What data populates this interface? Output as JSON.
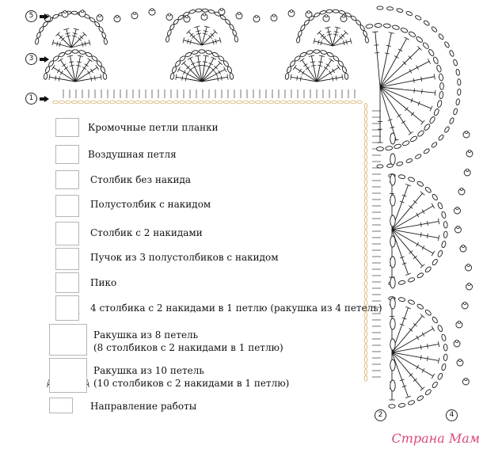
{
  "row_markers": {
    "left": [
      "5",
      "3",
      "1"
    ],
    "bottom": [
      "2",
      "4"
    ]
  },
  "legend": [
    {
      "symbol": "edge-loop",
      "label": "Кромочные петли планки"
    },
    {
      "symbol": "chain",
      "label": "Воздушная петля"
    },
    {
      "symbol": "single-crochet",
      "label": "Столбик без накида"
    },
    {
      "symbol": "half-double",
      "label": "Полустолбик с накидом"
    },
    {
      "symbol": "treble",
      "label": "Столбик с 2 накидами"
    },
    {
      "symbol": "puff",
      "label": "Пучок из 3 полустолбиков с накидом"
    },
    {
      "symbol": "picot",
      "label": "Пико"
    },
    {
      "symbol": "shell-4",
      "label": "4 столбика с 2 накидами в 1 петлю (ракушка из 4 петель)"
    },
    {
      "symbol": "shell-8",
      "label": "Ракушка из 8 петель",
      "label2": "(8 столбиков с 2 накидами в 1 петлю)"
    },
    {
      "symbol": "shell-10",
      "label": "Ракушка из 10 петель",
      "label2": "(10 столбиков с 2 накидами в 1 петлю)"
    },
    {
      "symbol": "direction",
      "label": "Направление работы"
    }
  ],
  "colors": {
    "edge_loop": "#d9b77a",
    "ink": "#1a1a1a",
    "brand": "#d94c7a"
  },
  "brand_text": "Страна Мам"
}
